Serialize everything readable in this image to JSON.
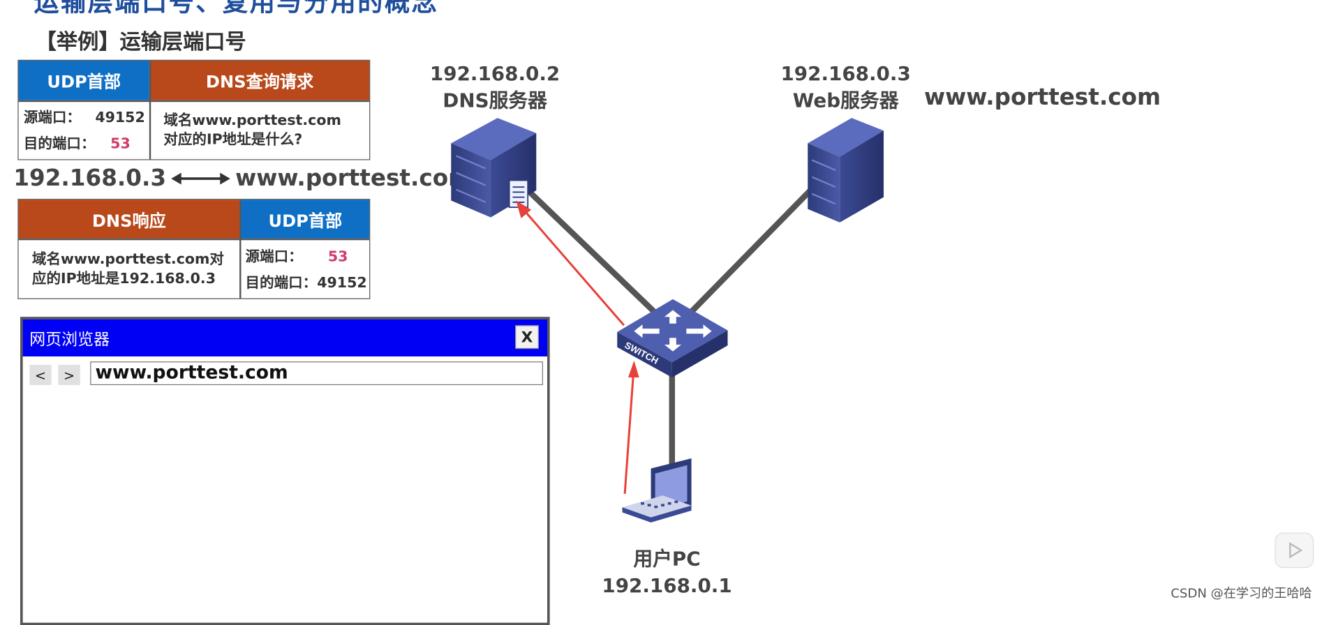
{
  "slide": {
    "title_partial": "运输层端口号、复用与分用的概念",
    "example_title": "【举例】运输层端口号"
  },
  "query_packet": {
    "udp_header": "UDP首部",
    "dns_header": "DNS查询请求",
    "src_port_label": "源端口：",
    "src_port_value": "49152",
    "dst_port_label": "目的端口：",
    "dst_port_value": "53",
    "body_line1": "域名www.porttest.com",
    "body_line2": "对应的IP地址是什么?"
  },
  "mapping": {
    "ip": "192.168.0.3",
    "domain": "www.porttest.com"
  },
  "response_packet": {
    "dns_header": "DNS响应",
    "udp_header": "UDP首部",
    "body_line1": "域名www.porttest.com对",
    "body_line2": "应的IP地址是192.168.0.3",
    "src_port_label": "源端口：",
    "src_port_value": "53",
    "dst_port_label": "目的端口：",
    "dst_port_value": "49152"
  },
  "browser": {
    "title": "网页浏览器",
    "close_label": "X",
    "back_label": "<",
    "forward_label": ">",
    "url": "www.porttest.com"
  },
  "nodes": {
    "dns_server": {
      "ip": "192.168.0.2",
      "name": "DNS服务器"
    },
    "web_server": {
      "ip": "192.168.0.3",
      "name": "Web服务器",
      "domain": "www.porttest.com"
    },
    "switch": {
      "label": "SWITCH"
    },
    "user_pc": {
      "name": "用户PC",
      "ip": "192.168.0.1"
    }
  },
  "colors": {
    "udp_blue": "#0e6fc4",
    "dns_rust": "#b9481a",
    "port_red": "#d13b68",
    "browser_bar": "#0000f5",
    "arrow_red": "#e8403a"
  },
  "watermark": "CSDN @在学习的王哈哈"
}
